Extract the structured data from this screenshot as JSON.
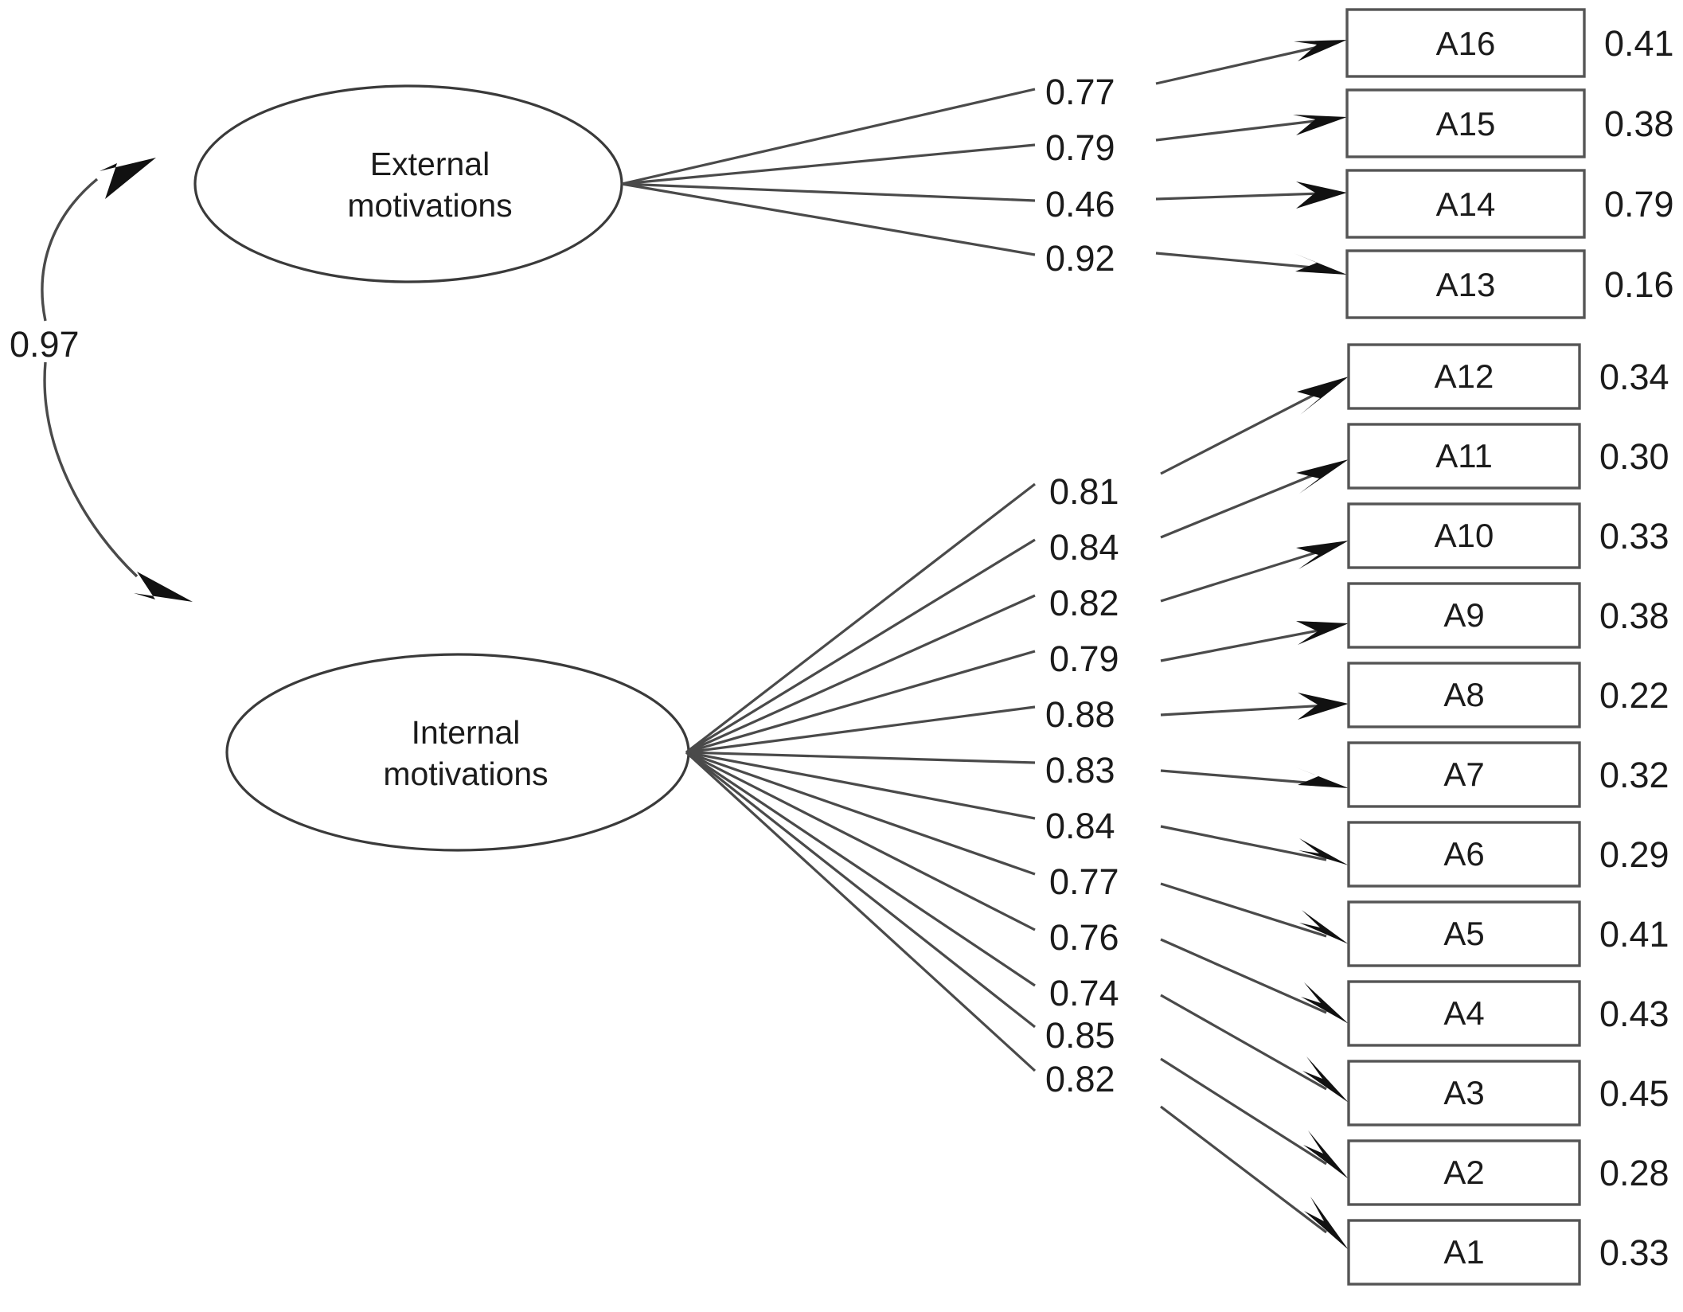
{
  "chart_data": {
    "type": "diagram",
    "diagram_kind": "sem-path-diagram",
    "title": "",
    "factors": [
      {
        "id": "external",
        "label_line1": "External",
        "label_line2": "motivations",
        "indicators": [
          "A16",
          "A15",
          "A14",
          "A13"
        ],
        "loadings": [
          0.77,
          0.79,
          0.46,
          0.92
        ],
        "loadings_text": [
          "0.77",
          "0.79",
          "0.46",
          "0.92"
        ],
        "errors": [
          0.41,
          0.38,
          0.79,
          0.16
        ],
        "errors_text": [
          "0.41",
          "0.38",
          "0.79",
          "0.16"
        ]
      },
      {
        "id": "internal",
        "label_line1": "Internal",
        "label_line2": "motivations",
        "indicators": [
          "A12",
          "A11",
          "A10",
          "A9",
          "A8",
          "A7",
          "A6",
          "A5",
          "A4",
          "A3",
          "A2",
          "A1"
        ],
        "loadings": [
          0.81,
          0.84,
          0.82,
          0.79,
          0.88,
          0.83,
          0.84,
          0.77,
          0.76,
          0.74,
          0.85,
          0.82
        ],
        "loadings_text": [
          "0.81",
          "0.84",
          "0.82",
          "0.79",
          "0.88",
          "0.83",
          "0.84",
          "0.77",
          "0.76",
          "0.74",
          "0.85",
          "0.82"
        ],
        "errors": [
          0.34,
          0.3,
          0.33,
          0.38,
          0.22,
          0.32,
          0.29,
          0.41,
          0.43,
          0.45,
          0.28,
          0.33
        ],
        "errors_text": [
          "0.34",
          "0.30",
          "0.33",
          "0.38",
          "0.22",
          "0.32",
          "0.29",
          "0.41",
          "0.43",
          "0.45",
          "0.28",
          "0.33"
        ]
      }
    ],
    "correlation": {
      "between": [
        "external",
        "internal"
      ],
      "value": 0.97,
      "value_text": "0.97",
      "double_headed": true
    },
    "colors": {
      "stroke": "#4a4a4a",
      "box_stroke": "#555555",
      "text": "#1b1b1b",
      "background": "#ffffff",
      "arrow_fill": "#111111"
    }
  },
  "external": {
    "line1": "External",
    "line2": "motivations",
    "indicators": [
      {
        "name": "A16",
        "loading": "0.77",
        "error": "0.41"
      },
      {
        "name": "A15",
        "loading": "0.79",
        "error": "0.38"
      },
      {
        "name": "A14",
        "loading": "0.46",
        "error": "0.79"
      },
      {
        "name": "A13",
        "loading": "0.92",
        "error": "0.16"
      }
    ]
  },
  "internal": {
    "line1": "Internal",
    "line2": "motivations",
    "indicators": [
      {
        "name": "A12",
        "loading": "0.81",
        "error": "0.34"
      },
      {
        "name": "A11",
        "loading": "0.84",
        "error": "0.30"
      },
      {
        "name": "A10",
        "loading": "0.82",
        "error": "0.33"
      },
      {
        "name": "A9",
        "loading": "0.79",
        "error": "0.38"
      },
      {
        "name": "A8",
        "loading": "0.88",
        "error": "0.22"
      },
      {
        "name": "A7",
        "loading": "0.83",
        "error": "0.32"
      },
      {
        "name": "A6",
        "loading": "0.84",
        "error": "0.29"
      },
      {
        "name": "A5",
        "loading": "0.77",
        "error": "0.41"
      },
      {
        "name": "A4",
        "loading": "0.76",
        "error": "0.43"
      },
      {
        "name": "A3",
        "loading": "0.74",
        "error": "0.45"
      },
      {
        "name": "A2",
        "loading": "0.85",
        "error": "0.28"
      },
      {
        "name": "A1",
        "loading": "0.82",
        "error": "0.33"
      }
    ]
  },
  "correlation": {
    "label": "0.97"
  }
}
